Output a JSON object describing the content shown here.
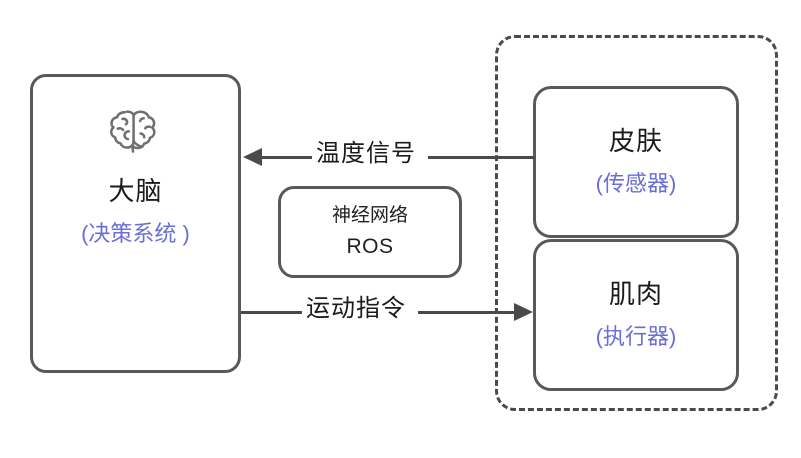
{
  "diagram": {
    "title": "Biological control loop analogy diagram",
    "colors": {
      "stroke": "#58595b",
      "dashed_stroke": "#4a4a4c",
      "text": "#1b1b1b",
      "accent_blue": "#6a6fd6",
      "background": "#ffffff"
    },
    "nodes": {
      "brain": {
        "icon": "brain-icon",
        "title": "大脑",
        "subtitle": "(决策系统 )"
      },
      "neural_network": {
        "line1": "神经网络",
        "line2": "ROS"
      },
      "skin": {
        "title": "皮肤",
        "subtitle": "(传感器)"
      },
      "muscle": {
        "title": "肌肉",
        "subtitle": "(执行器)"
      }
    },
    "connectors": [
      {
        "id": "temperature-signal",
        "label": "温度信号",
        "from": "skin",
        "to": "brain",
        "direction": "right-to-left",
        "arrowhead": "left"
      },
      {
        "id": "motion-command",
        "label": "运动指令",
        "from": "brain",
        "to": "muscle",
        "direction": "left-to-right",
        "arrowhead": "right"
      }
    ],
    "groups": [
      {
        "id": "body-group",
        "style": "dashed",
        "contains": [
          "skin",
          "muscle"
        ]
      }
    ]
  }
}
